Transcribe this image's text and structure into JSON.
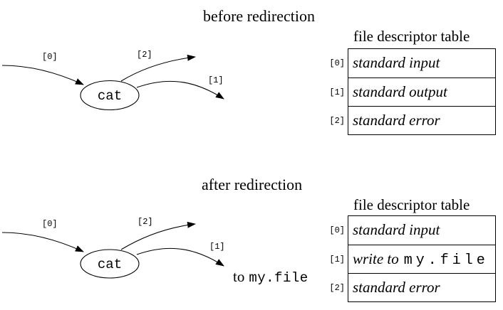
{
  "page": {
    "background": "#ffffff",
    "ink": "#000000"
  },
  "before": {
    "title": "before redirection",
    "table_heading": "file descriptor table",
    "process_label": "cat",
    "arrow_labels": {
      "stdin": "[0]",
      "stdout": "[1]",
      "stderr": "[2]"
    },
    "table": {
      "rows": [
        {
          "index": "[0]",
          "text": "standard input"
        },
        {
          "index": "[1]",
          "text": "standard output"
        },
        {
          "index": "[2]",
          "text": "standard error"
        }
      ]
    }
  },
  "after": {
    "title": "after redirection",
    "table_heading": "file descriptor table",
    "process_label": "cat",
    "arrow_labels": {
      "stdin": "[0]",
      "stdout": "[1]",
      "stderr": "[2]"
    },
    "annotation": {
      "prefix": "to",
      "filename": "my.file"
    },
    "table": {
      "rows": [
        {
          "index": "[0]",
          "text": "standard input"
        },
        {
          "index": "[1]",
          "text": "write to",
          "mono": "my.file"
        },
        {
          "index": "[2]",
          "text": "standard error"
        }
      ]
    }
  }
}
